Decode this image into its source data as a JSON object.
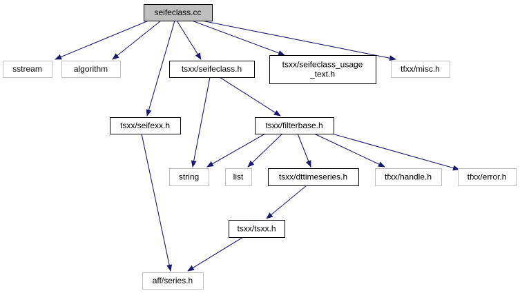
{
  "colors": {
    "root_fill": "#bfbfbf",
    "root_stroke": "#000000",
    "file_stroke": "#000000",
    "external_stroke": "#bfbfbf",
    "edge": "#191970"
  },
  "nodes": {
    "root": {
      "lines": [
        "seifeclass.cc"
      ],
      "kind": "root"
    },
    "sstream": {
      "lines": [
        "sstream"
      ],
      "kind": "external"
    },
    "algorithm": {
      "lines": [
        "algorithm"
      ],
      "kind": "external"
    },
    "tsxx_seifeclass_h": {
      "lines": [
        "tsxx/seifeclass.h"
      ],
      "kind": "file"
    },
    "tsxx_seifeclass_usage_text_h": {
      "lines": [
        "tsxx/seifeclass_usage",
        "_text.h"
      ],
      "kind": "file"
    },
    "tfxx_misc_h": {
      "lines": [
        "tfxx/misc.h"
      ],
      "kind": "external"
    },
    "tsxx_seifexx_h": {
      "lines": [
        "tsxx/seifexx.h"
      ],
      "kind": "file"
    },
    "tsxx_filterbase_h": {
      "lines": [
        "tsxx/filterbase.h"
      ],
      "kind": "file"
    },
    "string": {
      "lines": [
        "string"
      ],
      "kind": "external"
    },
    "list": {
      "lines": [
        "list"
      ],
      "kind": "external"
    },
    "tsxx_dttimeseries_h": {
      "lines": [
        "tsxx/dttimeseries.h"
      ],
      "kind": "file"
    },
    "tfxx_handle_h": {
      "lines": [
        "tfxx/handle.h"
      ],
      "kind": "external"
    },
    "tfxx_error_h": {
      "lines": [
        "tfxx/error.h"
      ],
      "kind": "external"
    },
    "tsxx_tsxx_h": {
      "lines": [
        "tsxx/tsxx.h"
      ],
      "kind": "file"
    },
    "aff_series_h": {
      "lines": [
        "aff/series.h"
      ],
      "kind": "external"
    }
  },
  "edges": [
    [
      "root",
      "sstream"
    ],
    [
      "root",
      "algorithm"
    ],
    [
      "root",
      "tsxx_seifeclass_h"
    ],
    [
      "root",
      "tsxx_seifeclass_usage_text_h"
    ],
    [
      "root",
      "tfxx_misc_h"
    ],
    [
      "root",
      "tsxx_seifexx_h"
    ],
    [
      "tsxx_seifeclass_h",
      "string"
    ],
    [
      "tsxx_seifeclass_h",
      "tsxx_filterbase_h"
    ],
    [
      "tsxx_seifexx_h",
      "aff_series_h"
    ],
    [
      "tsxx_filterbase_h",
      "string"
    ],
    [
      "tsxx_filterbase_h",
      "list"
    ],
    [
      "tsxx_filterbase_h",
      "tsxx_dttimeseries_h"
    ],
    [
      "tsxx_filterbase_h",
      "tfxx_handle_h"
    ],
    [
      "tsxx_filterbase_h",
      "tfxx_error_h"
    ],
    [
      "tsxx_dttimeseries_h",
      "tsxx_tsxx_h"
    ],
    [
      "tsxx_tsxx_h",
      "aff_series_h"
    ]
  ]
}
